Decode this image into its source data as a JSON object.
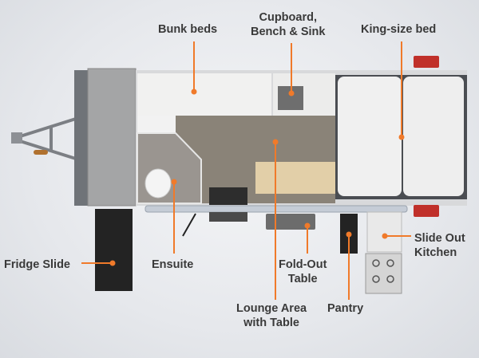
{
  "labels": {
    "bunk_beds": "Bunk beds",
    "cupboard_line1": "Cupboard,",
    "cupboard_line2": "Bench & Sink",
    "king_bed": "King-size bed",
    "fridge_slide": "Fridge Slide",
    "ensuite": "Ensuite",
    "fold_out_line1": "Fold-Out",
    "fold_out_line2": "Table",
    "lounge_line1": "Lounge Area",
    "lounge_line2": "with Table",
    "pantry": "Pantry",
    "kitchen_line1": "Slide Out",
    "kitchen_line2": "Kitchen"
  },
  "colors": {
    "accent": "#f07a2a",
    "label": "#3a3a3a",
    "floor": "#8a8378",
    "seat": "#e2cfa8",
    "tail_light": "#c0302a"
  }
}
